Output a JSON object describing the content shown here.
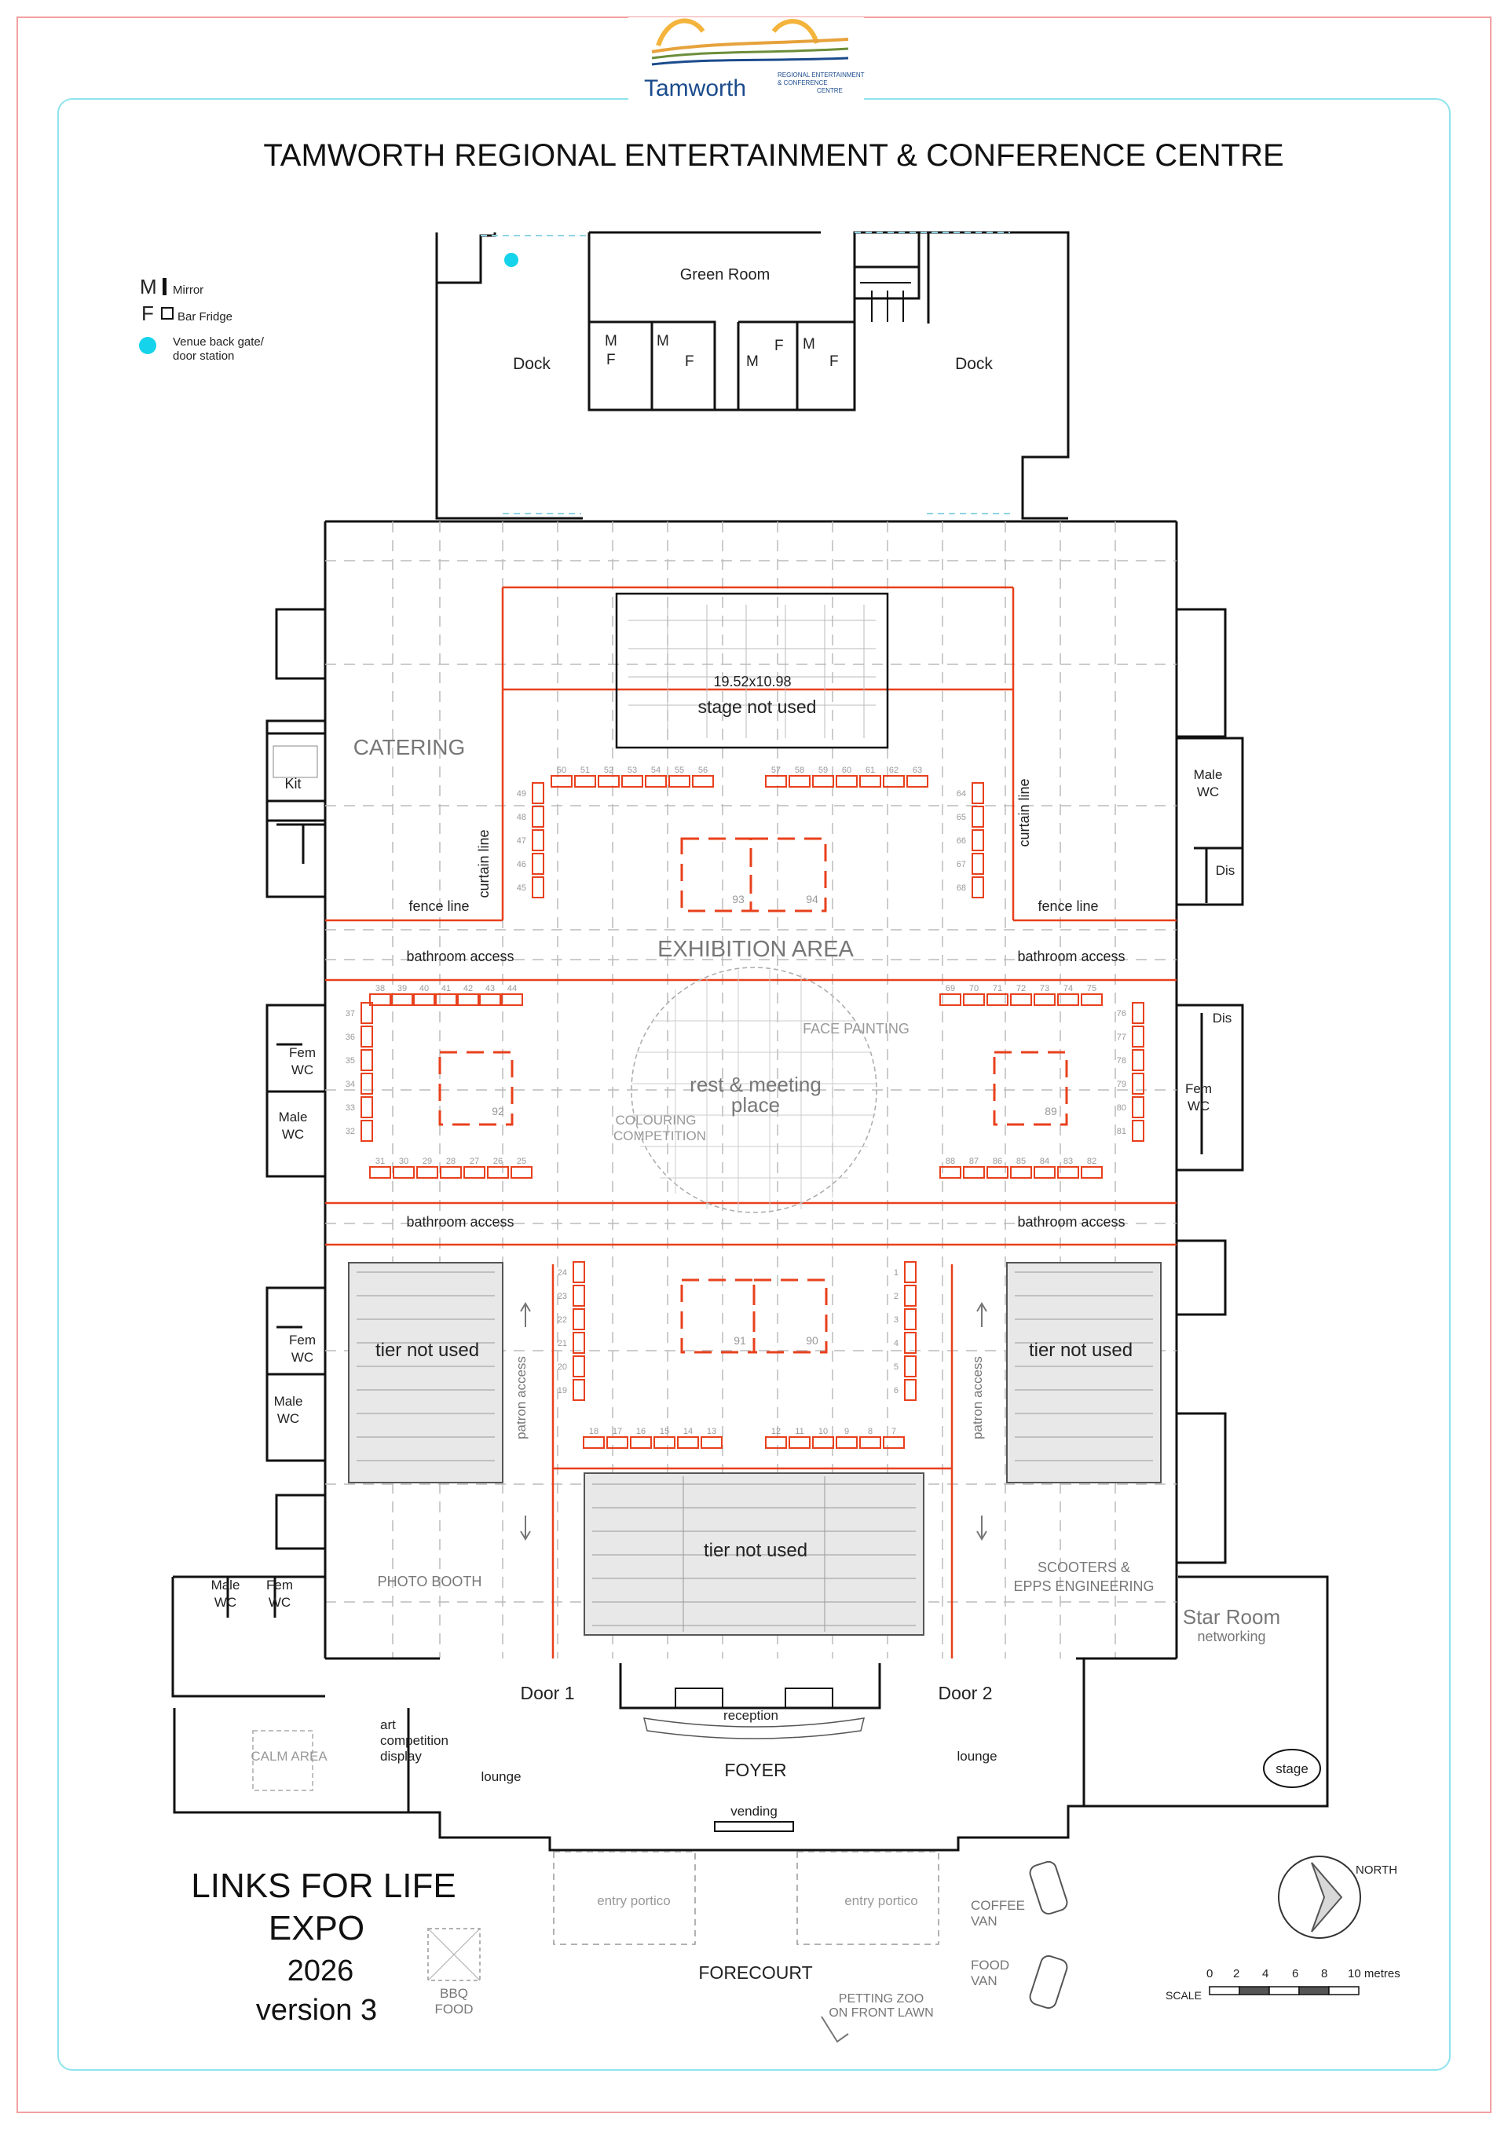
{
  "logo": {
    "name": "Tamworth",
    "sub1": "REGIONAL ENTERTAINMENT",
    "sub2": "& CONFERENCE",
    "sub3": "CENTRE"
  },
  "title": "TAMWORTH REGIONAL ENTERTAINMENT & CONFERENCE CENTRE",
  "legend": {
    "mirror_symbol": "M",
    "mirror_label": "Mirror",
    "fridge_symbol": "F",
    "fridge_label": "Bar Fridge",
    "gate_label_1": "Venue back gate/",
    "gate_label_2": "door station",
    "gate_color": "#14d3ea"
  },
  "rooms": {
    "green_room": "Green Room",
    "dock_left": "Dock",
    "dock_right": "Dock",
    "m1": "M",
    "m2": "M",
    "m3": "M",
    "m4": "M",
    "f1": "F",
    "f2": "F",
    "f3": "F",
    "f4": "F",
    "stage_dims": "19.52x10.98",
    "stage_note": "stage not used",
    "catering": "CATERING",
    "kit": "Kit",
    "curtain_left": "curtain line",
    "curtain_right": "curtain line",
    "fence_left": "fence line",
    "fence_right": "fence line",
    "exhibition": "EXHIBITION   AREA",
    "bath_1": "bathroom  access",
    "bath_2": "bathroom  access",
    "bath_3": "bathroom  access",
    "bath_4": "bathroom  access",
    "male_wc_r1": "Male",
    "male_wc_r2": "WC",
    "dis_1": "Dis",
    "dis_2": "Dis",
    "fem_wc_l1": "Fem",
    "fem_wc_l1b": "WC",
    "male_wc_l1": "Male",
    "male_wc_l1b": "WC",
    "fem_wc_r1": "Fem",
    "fem_wc_r1b": "WC",
    "fem_wc_l2": "Fem",
    "fem_wc_l2b": "WC",
    "male_wc_l2": "Male",
    "male_wc_l2b": "WC",
    "face_painting": "FACE PAINTING",
    "rest_1": "rest & meeting",
    "rest_2": "place",
    "colouring_1": "COLOURING",
    "colouring_2": "COMPETITION",
    "tier_left": "tier not used",
    "tier_right": "tier not used",
    "tier_center": "tier not used",
    "patron_left": "patron  access",
    "patron_right": "patron  access",
    "photo_booth": "PHOTO  BOOTH",
    "scooters_1": "SCOOTERS &",
    "scooters_2": "EPPS ENGINEERING",
    "star_room": "Star Room",
    "networking": "networking",
    "stage_small": "stage",
    "male_wc_b1": "Male",
    "male_wc_b1b": "WC",
    "fem_wc_b1": "Fem",
    "fem_wc_b1b": "WC",
    "door1": "Door 1",
    "door2": "Door 2",
    "reception": "reception",
    "art_1": "art",
    "art_2": "competition",
    "art_3": "display",
    "calm_area": "CALM  AREA",
    "lounge_left": "lounge",
    "lounge_right": "lounge",
    "foyer": "FOYER",
    "vending": "vending",
    "entry_left": "entry portico",
    "entry_right": "entry portico",
    "coffee_1": "COFFEE",
    "coffee_2": "VAN",
    "food_1": "FOOD",
    "food_2": "VAN",
    "forecourt": "FORECOURT",
    "petting_1": "PETTING ZOO",
    "petting_2": "ON FRONT LAWN",
    "bbq_1": "BBQ",
    "bbq_2": "FOOD"
  },
  "stall_numbers": {
    "row_50_56": [
      "50",
      "51",
      "52",
      "53",
      "54",
      "55",
      "56"
    ],
    "row_57_63": [
      "57",
      "58",
      "59",
      "60",
      "61",
      "62",
      "63"
    ],
    "col_45_49": [
      "49",
      "48",
      "47",
      "46",
      "45"
    ],
    "col_64_68": [
      "64",
      "65",
      "66",
      "67",
      "68"
    ],
    "row_38_44": [
      "38",
      "39",
      "40",
      "41",
      "42",
      "43",
      "44"
    ],
    "row_69_75": [
      "69",
      "70",
      "71",
      "72",
      "73",
      "74",
      "75"
    ],
    "col_32_37": [
      "37",
      "36",
      "35",
      "34",
      "33",
      "32"
    ],
    "col_76_81": [
      "76",
      "77",
      "78",
      "79",
      "80",
      "81"
    ],
    "row_31_25": [
      "31",
      "30",
      "29",
      "28",
      "27",
      "26",
      "25"
    ],
    "row_88_82": [
      "88",
      "87",
      "86",
      "85",
      "84",
      "83",
      "82"
    ],
    "col_19_24": [
      "24",
      "23",
      "22",
      "21",
      "20",
      "19"
    ],
    "col_1_6": [
      "1",
      "2",
      "3",
      "4",
      "5",
      "6"
    ],
    "row_18_13": [
      "18",
      "17",
      "16",
      "15",
      "14",
      "13"
    ],
    "row_12_7": [
      "12",
      "11",
      "10",
      "9",
      "8",
      "7"
    ],
    "booth_93": "93",
    "booth_94": "94",
    "booth_92": "92",
    "booth_89": "89",
    "booth_91": "91",
    "booth_90": "90"
  },
  "expo": {
    "line1": "LINKS FOR LIFE",
    "line2": "EXPO",
    "line3": "2026",
    "line4": "version 3"
  },
  "compass": {
    "label": "NORTH"
  },
  "scale": {
    "label": "SCALE",
    "ticks": [
      "0",
      "2",
      "4",
      "6",
      "8",
      "10 metres"
    ]
  }
}
